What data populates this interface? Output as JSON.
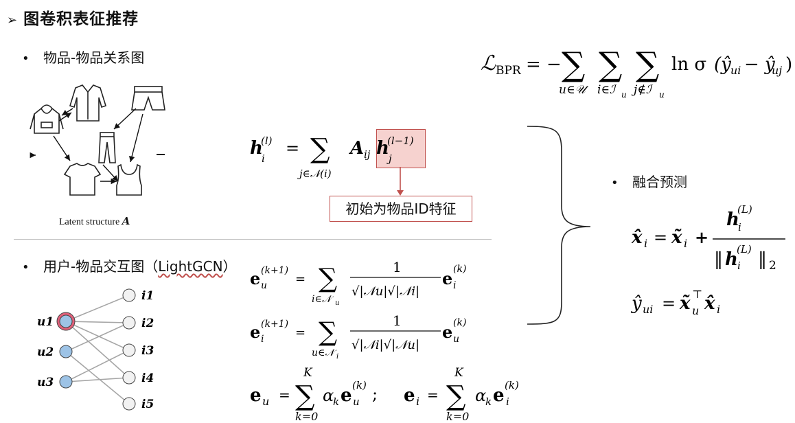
{
  "header": {
    "arrow": "➢",
    "title": "图卷积表征推荐"
  },
  "section1": {
    "bullet": "•",
    "label": "物品-物品关系图",
    "caption": "Latent structure",
    "caption_symbol": "A"
  },
  "section2": {
    "bullet": "•",
    "label_prefix": "用户-物品交互图（",
    "label_link": "LightGCN",
    "label_suffix": "）"
  },
  "section3": {
    "bullet": "•",
    "label": "融合预测"
  },
  "annotation": {
    "text": "初始为物品ID特征"
  },
  "bpr": {
    "loss": "ℒ",
    "sub": "BPR",
    "eq": "= −",
    "ln": "ln σ",
    "body": "(ŷ",
    "ui": "ui",
    "minus": "− ŷ",
    "uj": "uj",
    "close": ")",
    "sum1": "u∈𝒰",
    "sum2": "i∈ℐ",
    "sum2s": "u",
    "sum3": "j∉ℐ",
    "sum3s": "u"
  },
  "eq_h": {
    "lhs": "h",
    "sup": "(l)",
    "sub": "i",
    "eq": "=",
    "sum_sub": "j∈𝒩(i)",
    "a": "A",
    "a_sub": "ij",
    "h2": "h",
    "h2_sup": "(l−1)",
    "h2_sub": "j"
  },
  "eq_eu": {
    "lhs": "e",
    "sub": "u",
    "sup": "(k+1)",
    "eq": "=",
    "sum_sub": "i∈𝒩",
    "sum_subs": "u",
    "num": "1",
    "den": "√|𝒩u|√|𝒩i|",
    "rhs": "e",
    "rhs_sub": "i",
    "rhs_sup": "(k)"
  },
  "eq_ei": {
    "lhs": "e",
    "sub": "i",
    "sup": "(k+1)",
    "eq": "=",
    "sum_sub": "u∈𝒩",
    "sum_subs": "i",
    "num": "1",
    "den": "√|𝒩i|√|𝒩u|",
    "rhs": "e",
    "rhs_sub": "u",
    "rhs_sup": "(k)"
  },
  "eq_final": {
    "lhs1": "e",
    "lhs1_sub": "u",
    "eq": "=",
    "sum_top": "K",
    "sum_bot": "k=0",
    "alpha": "α",
    "alpha_sub": "k",
    "e": "e",
    "e_sub_u": "u",
    "sup": "(k)",
    "sep": ";",
    "lhs2": "e",
    "lhs2_sub": "i",
    "e_sub_i": "i"
  },
  "fusion": {
    "x": "x̂",
    "x_sub": "i",
    "eq": "=",
    "xt": "x̃",
    "plus": "+",
    "h": "h",
    "h_sup": "(L)",
    "h_sub": "i",
    "norm_l": "‖",
    "norm_r": "‖",
    "norm_sub": "2",
    "y": "ŷ",
    "y_sub": "ui",
    "y_eq": "=",
    "xu": "x̃",
    "xu_sub": "u",
    "T": "⊤",
    "xi": "x̂",
    "xi_sub": "i"
  },
  "graph": {
    "users": [
      "u1",
      "u2",
      "u3"
    ],
    "items": [
      "i1",
      "i2",
      "i3",
      "i4",
      "i5"
    ],
    "edges": [
      [
        0,
        0
      ],
      [
        0,
        1
      ],
      [
        0,
        2
      ],
      [
        0,
        3
      ],
      [
        1,
        1
      ],
      [
        1,
        4
      ],
      [
        2,
        2
      ],
      [
        2,
        3
      ]
    ],
    "highlight_user": 0,
    "colors": {
      "user_fill": "#9dc3e6",
      "highlight_ring": "#e0607a",
      "item_fill": "#f2f2f2",
      "edge": "#a6a6a6"
    }
  },
  "colors": {
    "accent_red": "#c0504d",
    "highlight_fill": "#f6d2cf"
  }
}
